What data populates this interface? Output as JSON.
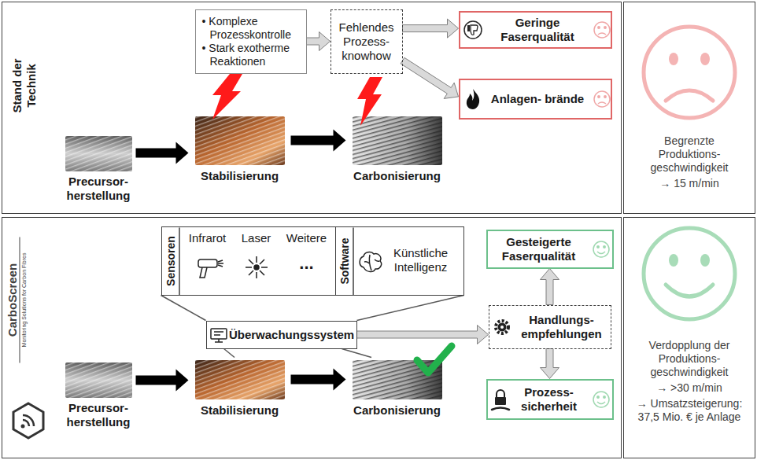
{
  "diagram": {
    "nodes": [
      {
        "text": [
          "Stand der Technik"
        ]
      },
      {
        "text": [
          "Precursor- herstellung"
        ],
        "in": 0
      },
      {
        "text": [
          "Stabilisierung"
        ],
        "in": 0
      },
      {
        "text": [
          "Carbonisierung"
        ],
        "in": 0
      },
      {
        "text": [
          "• Komplexe Prozesskontrolle",
          "• Stark exotherme Reaktionen"
        ],
        "in": 0
      },
      {
        "text": [
          "Fehlendes Prozess- knowhow"
        ],
        "in": 0
      },
      {
        "text": [
          "Geringe Faserqualität"
        ],
        "in": 0
      },
      {
        "text": [
          "Anlagen- brände"
        ],
        "in": 0
      },
      {
        "text": [
          "Begrenzte Produktions- geschwindigkeit",
          "→ 15 m/min"
        ]
      },
      {
        "text": [
          "CarboScreen",
          "Monitoring Solutions for Carbon Fibres"
        ]
      },
      {
        "text": [
          "Precursor- herstellung"
        ],
        "in": 9
      },
      {
        "text": [
          "Stabilisierung"
        ],
        "in": 9
      },
      {
        "text": [
          "Carbonisierung"
        ],
        "in": 9
      },
      {
        "text": [
          "Sensoren",
          "Infrarot",
          "Laser",
          "Weitere",
          "..."
        ],
        "in": 9
      },
      {
        "text": [
          "Software",
          "Künstliche Intelligenz"
        ],
        "in": 9
      },
      {
        "text": [
          "Überwachungssystem"
        ],
        "in": 9
      },
      {
        "text": [
          "Gesteigerte Faserqualität"
        ],
        "in": 9
      },
      {
        "text": [
          "Handlungs- empfehlungen"
        ],
        "in": 9
      },
      {
        "text": [
          "Prozess- sicherheit"
        ],
        "in": 9
      },
      {
        "text": [
          "Verdopplung der Produktions- geschwindigkeit",
          "→ >30 m/min",
          "→ Umsatzsteigerung: 37,5 Mio. € je Anlage"
        ]
      }
    ],
    "edges": [
      {
        "from": 1,
        "to": 2,
        "arrow": "to"
      },
      {
        "from": 2,
        "to": 3,
        "arrow": "to"
      },
      {
        "from": 4,
        "to": 5,
        "arrow": "to"
      },
      {
        "from": 5,
        "to": 6,
        "arrow": "to"
      },
      {
        "from": 5,
        "to": 7,
        "arrow": "to"
      },
      {
        "from": 10,
        "to": 11,
        "arrow": "to"
      },
      {
        "from": 11,
        "to": 12,
        "arrow": "to"
      },
      {
        "from": 13,
        "to": 15,
        "arrow": "none"
      },
      {
        "from": 14,
        "to": 15,
        "arrow": "none"
      },
      {
        "from": 15,
        "to": 11,
        "arrow": "none"
      },
      {
        "from": 15,
        "to": 12,
        "arrow": "none"
      },
      {
        "from": 15,
        "to": 17,
        "arrow": "to"
      },
      {
        "from": 17,
        "to": 16,
        "arrow": "to"
      },
      {
        "from": 17,
        "to": 18,
        "arrow": "to"
      }
    ]
  }
}
